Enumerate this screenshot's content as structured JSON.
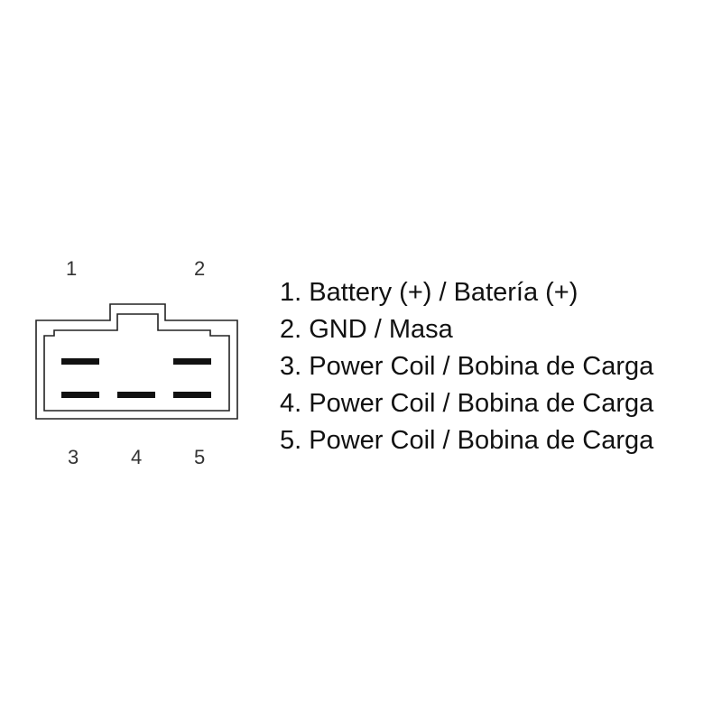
{
  "connector": {
    "pin_labels": [
      "1",
      "2",
      "3",
      "4",
      "5"
    ]
  },
  "legend": [
    "1. Battery (+) / Batería (+)",
    "2. GND / Masa",
    "3. Power Coil / Bobina de Carga",
    "4. Power Coil / Bobina de Carga",
    "5. Power Coil / Bobina de Carga"
  ]
}
